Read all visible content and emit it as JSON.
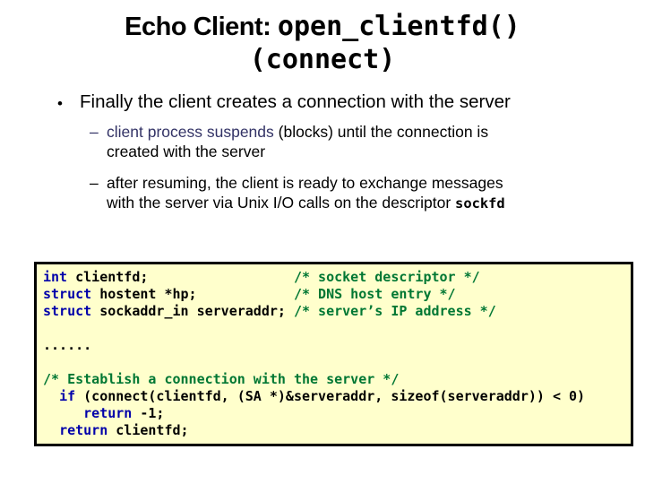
{
  "colors": {
    "keyword": "#0000AA",
    "comment": "#007733",
    "highlight": "#333366",
    "code_bg": "#FFFFCC",
    "code_border": "#000000"
  },
  "title": {
    "line1_sans": "Echo Client: ",
    "line1_mono": "open_clientfd()",
    "line2_mono": "(connect)"
  },
  "bullets": {
    "glyph": "•",
    "main": "Finally the client creates a connection with the server",
    "sub": [
      {
        "dash": {
          "glyph": "–",
          "color": "#333366"
        },
        "lines": [
          [
            {
              "t": "client process suspends",
              "c": "hl"
            },
            {
              "t": " (blocks) until the connection is",
              "c": "pl"
            }
          ],
          [
            {
              "t": "created with the server",
              "c": "pl"
            }
          ]
        ]
      },
      {
        "dash": {
          "glyph": "–",
          "color": "#000000"
        },
        "lines": [
          [
            {
              "t": "after resuming, the client is ready to exchange messages",
              "c": "pl"
            }
          ],
          [
            {
              "t": "with the server via Unix I/O calls on the descriptor ",
              "c": "pl"
            },
            {
              "t": "sockfd",
              "c": "mono"
            }
          ]
        ]
      }
    ]
  },
  "code": {
    "lines": [
      [
        {
          "t": "int",
          "c": "kw"
        },
        {
          "t": " clientfd;                  ",
          "c": "pl"
        },
        {
          "t": "/* socket descriptor */",
          "c": "cm"
        }
      ],
      [
        {
          "t": "struct",
          "c": "kw"
        },
        {
          "t": " hostent *hp;            ",
          "c": "pl"
        },
        {
          "t": "/* DNS host entry */",
          "c": "cm"
        }
      ],
      [
        {
          "t": "struct",
          "c": "kw"
        },
        {
          "t": " sockaddr_in serveraddr; ",
          "c": "pl"
        },
        {
          "t": "/* server’s IP address */",
          "c": "cm"
        }
      ],
      [],
      [
        {
          "t": "......",
          "c": "pl"
        }
      ],
      [],
      [
        {
          "t": "/* Establish a connection with the server */",
          "c": "cm"
        }
      ],
      [
        {
          "t": "  ",
          "c": "pl"
        },
        {
          "t": "if",
          "c": "kw"
        },
        {
          "t": " (connect(clientfd, (SA *)&serveraddr, sizeof(serveraddr)) < 0)",
          "c": "pl"
        }
      ],
      [
        {
          "t": "     ",
          "c": "pl"
        },
        {
          "t": "return",
          "c": "kw"
        },
        {
          "t": " -1;",
          "c": "pl"
        }
      ],
      [
        {
          "t": "  ",
          "c": "pl"
        },
        {
          "t": "return",
          "c": "kw"
        },
        {
          "t": " clientfd;",
          "c": "pl"
        }
      ]
    ]
  }
}
